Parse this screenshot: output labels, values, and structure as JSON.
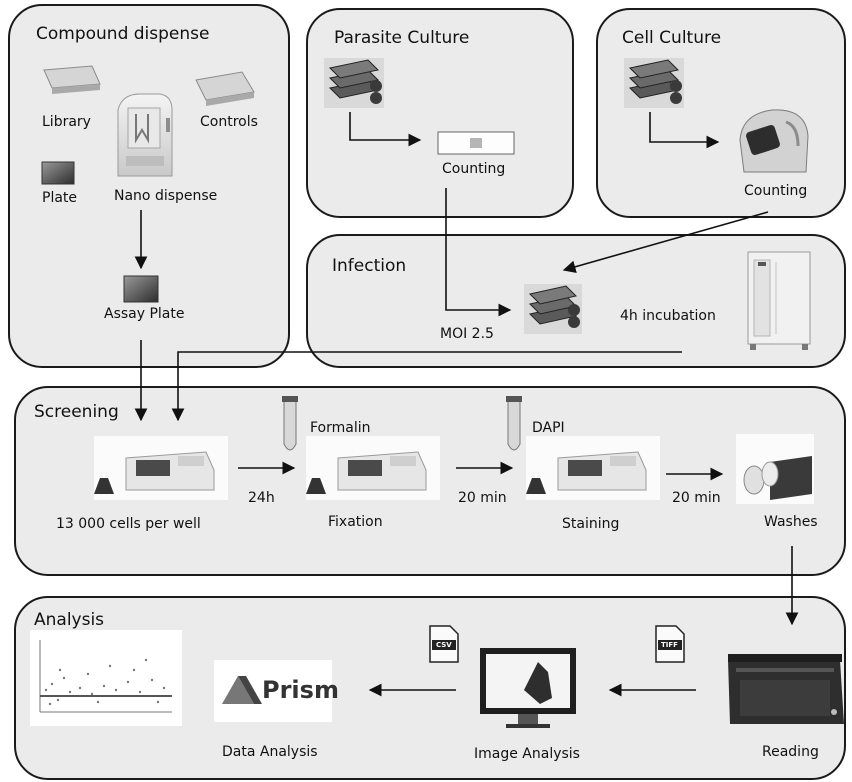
{
  "panels": {
    "compound": {
      "title": "Compound dispense",
      "library": "Library",
      "controls": "Controls",
      "plate": "Plate",
      "nano_dispense": "Nano dispense",
      "assay_plate": "Assay Plate"
    },
    "parasite": {
      "title": "Parasite Culture",
      "counting": "Counting"
    },
    "cell": {
      "title": "Cell Culture",
      "counting": "Counting"
    },
    "infection": {
      "title": "Infection",
      "moi": "MOI 2.5",
      "incubation": "4h incubation"
    },
    "screening": {
      "title": "Screening",
      "cells": "13 000 cells per well",
      "t1": "24h",
      "formalin": "Formalin",
      "fixation": "Fixation",
      "t2": "20 min",
      "dapi": "DAPI",
      "staining": "Staining",
      "t3": "20 min",
      "washes": "Washes"
    },
    "analysis": {
      "title": "Analysis",
      "prism": "Prism",
      "data_analysis": "Data Analysis",
      "csv": "CSV",
      "image_analysis": "Image Analysis",
      "tiff": "TIFF",
      "reading": "Reading"
    }
  }
}
